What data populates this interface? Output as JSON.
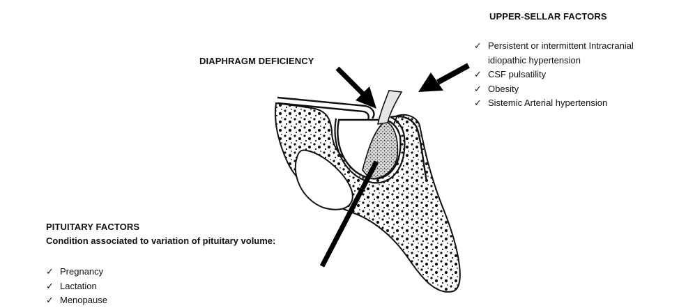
{
  "upper_sellar": {
    "heading": "UPPER-SELLAR FACTORS",
    "items": [
      {
        "line1": "Persistent or intermittent Intracranial",
        "line2": "idiopathic hypertension"
      },
      {
        "line1": "CSF pulsatility"
      },
      {
        "line1": "Obesity"
      },
      {
        "line1": "Sistemic Arterial hypertension"
      }
    ]
  },
  "diaphragm": {
    "label": "DIAPHRAGM DEFICIENCY"
  },
  "pituitary": {
    "heading": "PITUITARY FACTORS",
    "subheading": "Condition associated to variation of pituitary volume:",
    "items": [
      "Pregnancy",
      "Lactation",
      "Menopause"
    ]
  },
  "icons": {
    "check": "check-icon",
    "arrows": "arrow-icon",
    "sella": "sella-turcica-drawing"
  }
}
